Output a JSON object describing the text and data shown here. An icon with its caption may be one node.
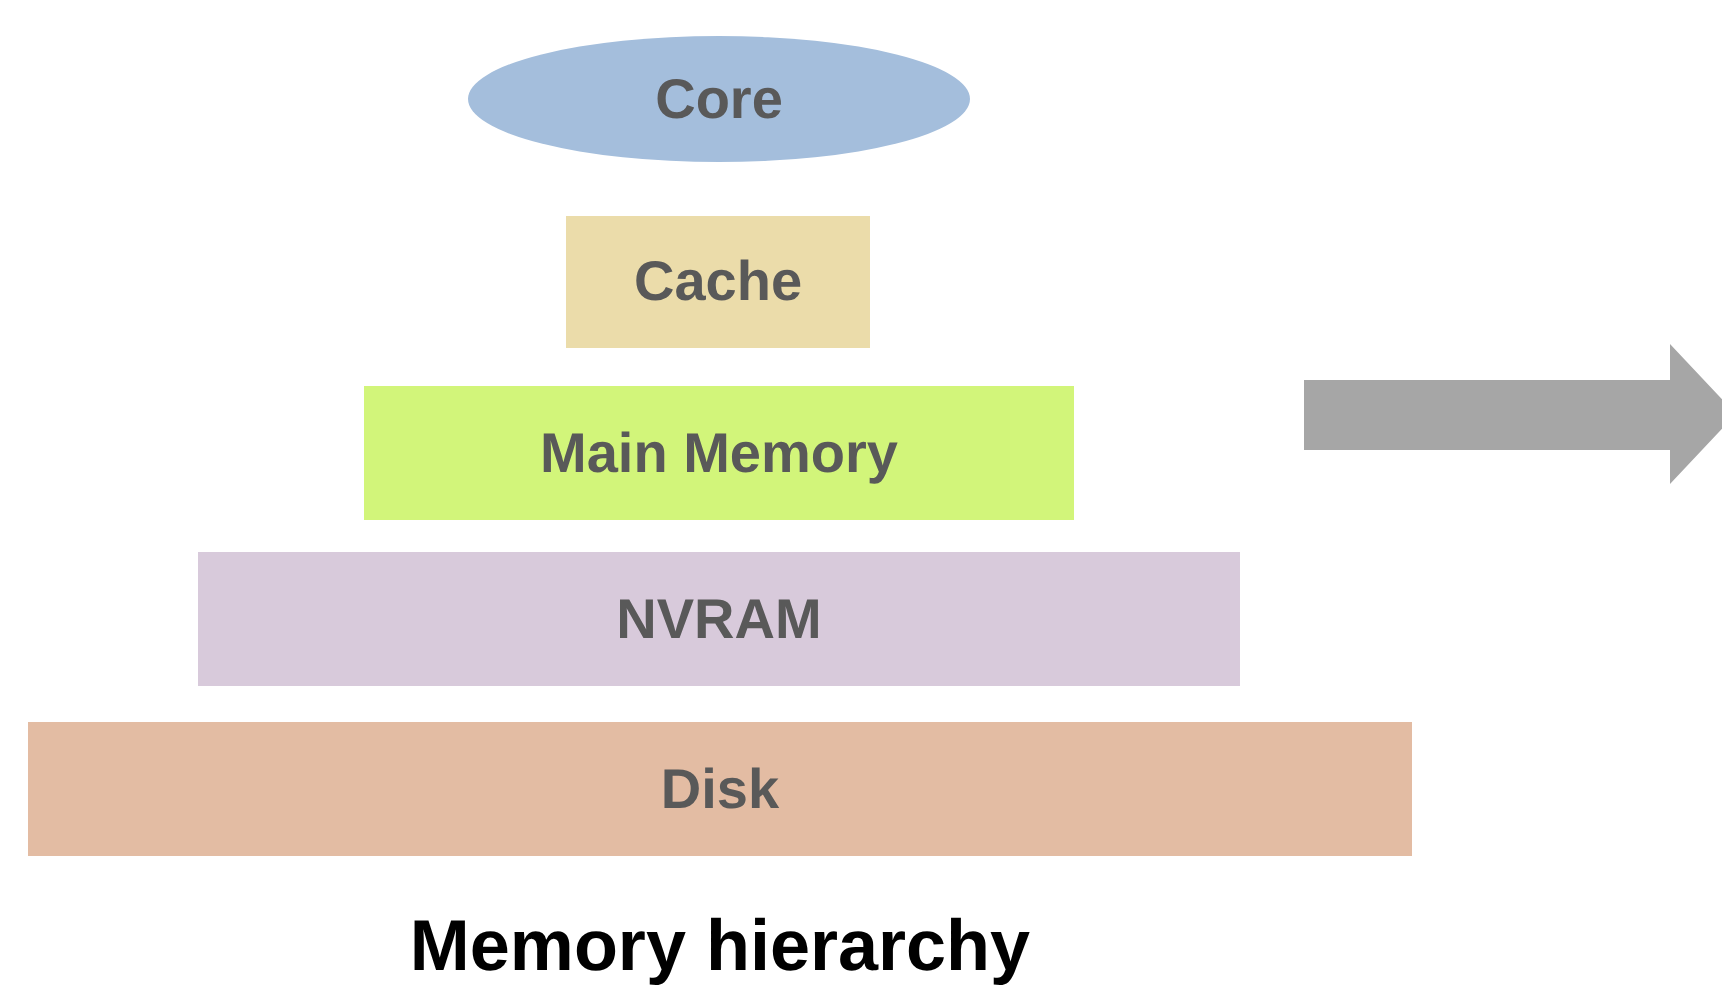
{
  "diagram": {
    "title": "Memory hierarchy",
    "nodes": [
      {
        "text": [
          "Core"
        ]
      },
      {
        "text": [
          "Cache"
        ]
      },
      {
        "text": [
          "Main Memory"
        ]
      },
      {
        "text": [
          "NVRAM"
        ]
      },
      {
        "text": [
          "Disk"
        ]
      }
    ]
  }
}
